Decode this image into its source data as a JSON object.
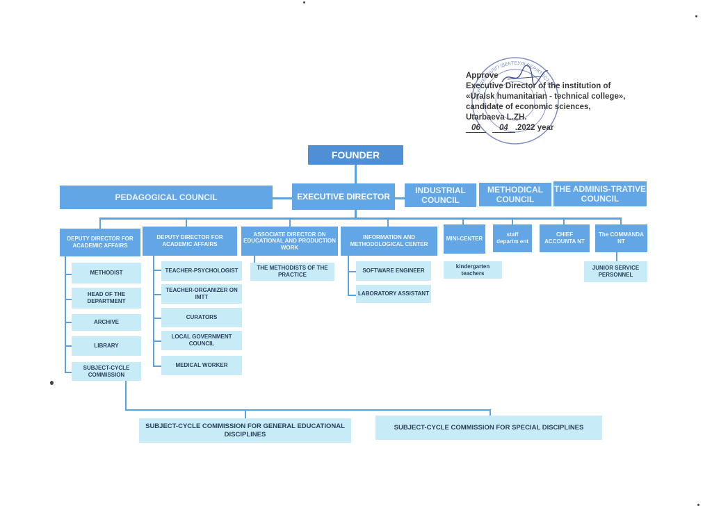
{
  "approval": {
    "approve": "Approve",
    "line1": "Executive Director of the institution of",
    "line2": "«Uralsk humanitarian - technical college»,",
    "line3": "candidate of economic sciences,",
    "line4": "Utarbaeva L.ZH.",
    "date_day": "06",
    "date_month": "04",
    "date_rest": ".2022 year"
  },
  "stamp": {
    "text": "ЖАУАПКЕРШІЛІГІ ШЕКТЕУЛІ СЕРІКТЕСТІГІ"
  },
  "founder": "FOUNDER",
  "executive_director": "EXECUTIVE DIRECTOR",
  "councils": {
    "pedagogical": "PEDAGOGICAL COUNCIL",
    "industrial": "INDUSTRIAL COUNCIL",
    "methodical": "METHODICAL COUNCIL",
    "administrative": "THE ADMINIS-TRATIVE COUNCIL"
  },
  "departments": {
    "deputy_academic_1": "DEPUTY DIRECTOR FOR ACADEMIC AFFAIRS",
    "deputy_academic_2": "DEPUTY DIRECTOR FOR ACADEMIC AFFAIRS",
    "associate_director": "ASSOCIATE DIRECTOR ON EDUCATIONAL AND PRODUCTION WORK",
    "info_method_center": "INFORMATION AND METHODOLOGICAL CENTER",
    "mini_center": "MINI-CENTER",
    "staff_department": "staff departm ent",
    "chief_accountant": "CHIEF ACCOUNTA NT",
    "commandant": "The COMMANDA NT"
  },
  "units": {
    "methodist": "METHODIST",
    "head_of_department": "HEAD OF THE DEPARTMENT",
    "archive": "ARCHIVE",
    "library": "LIBRARY",
    "subject_cycle_commission": "SUBJECT-CYCLE COMMISSION",
    "teacher_psychologist": "TEACHER-PSYCHOLOGIST",
    "teacher_organizer": "TEACHER-ORGANIZER ON IMTT",
    "curators": "CURATORS",
    "local_government_council": "LOCAL GOVERNMENT COUNCIL",
    "medical_worker": "MEDICAL WORKER",
    "methodists_of_practice": "THE METHODISTS OF THE PRACTICE",
    "software_engineer": "SOFTWARE ENGINEER",
    "laboratory_assistant": "LABORATORY ASSISTANT",
    "kindergarten_teachers": "kindergarten teachers",
    "junior_service_personnel": "JUNIOR SERVICE PERSONNEL"
  },
  "commissions": {
    "general": "SUBJECT-CYCLE COMMISSION FOR GENERAL EDUCATIONAL DISCIPLINES",
    "special": "SUBJECT-CYCLE COMMISSION FOR SPECIAL DISCIPLINES"
  },
  "colors": {
    "box_dark": "#63a6e6",
    "founder": "#4f8fd6",
    "box_light": "#c7ecf7",
    "connector": "#5aa1e0",
    "stamp_ink": "#7a8fc4"
  }
}
